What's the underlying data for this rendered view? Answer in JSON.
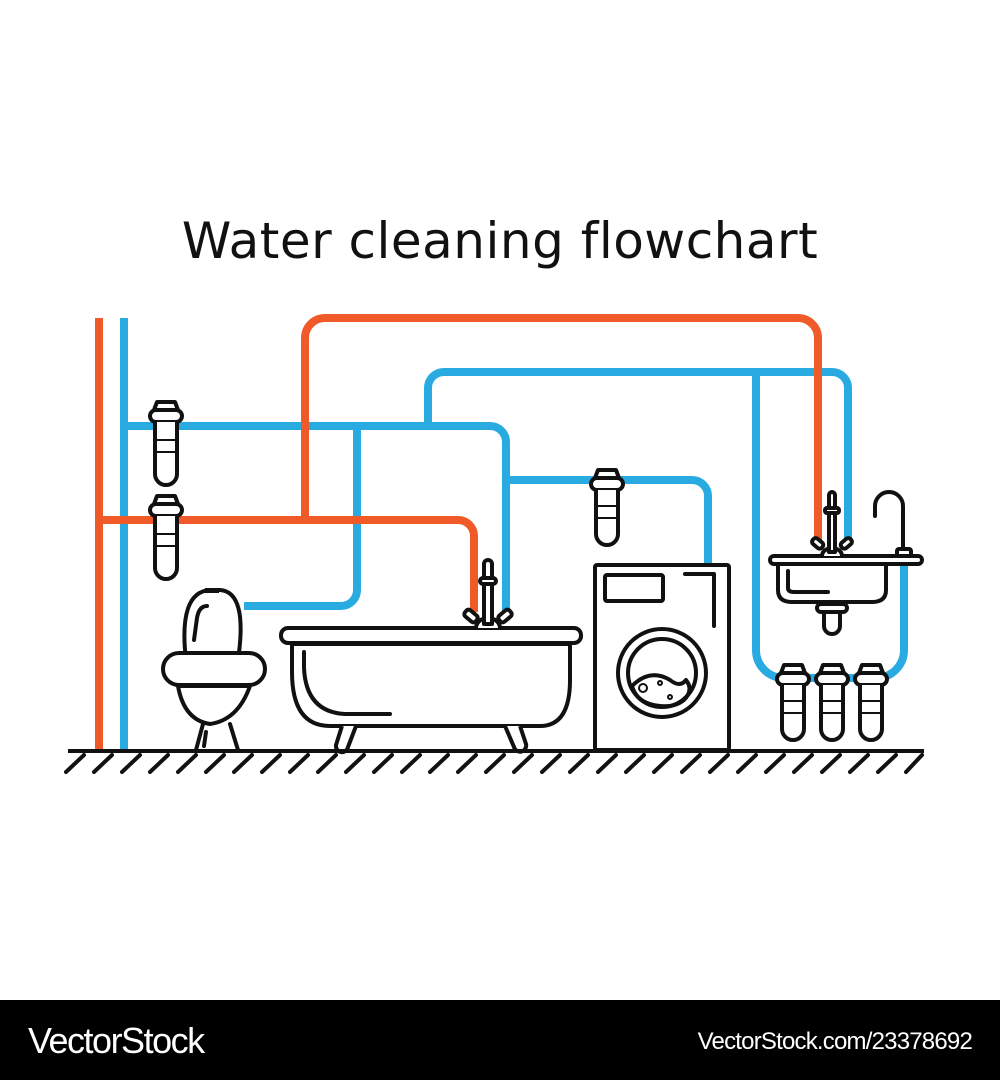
{
  "title": "Water cleaning flowchart",
  "colors": {
    "hot_pipe": "#f05a28",
    "cold_pipe": "#29abe2",
    "outline": "#111111",
    "background": "#ffffff",
    "footer_bg": "#000000"
  },
  "elements": {
    "pipes": [
      "hot-water-main",
      "cold-water-main",
      "hot-branch-bathtub",
      "hot-branch-sink",
      "cold-branch-toilet",
      "cold-branch-bathtub",
      "cold-branch-washer",
      "cold-branch-sink-loop"
    ],
    "filters": [
      "filter-cold-main",
      "filter-hot-main",
      "filter-washer",
      "filter-sink-1",
      "filter-sink-2",
      "filter-sink-3"
    ],
    "fixtures": [
      "toilet",
      "bathtub",
      "bathtub-faucet",
      "washing-machine",
      "kitchen-sink",
      "sink-faucet",
      "drinking-water-tap"
    ],
    "floor": "hatched-floor"
  },
  "footer": {
    "brand": "VectorStock",
    "reference": "VectorStock.com/23378692"
  }
}
